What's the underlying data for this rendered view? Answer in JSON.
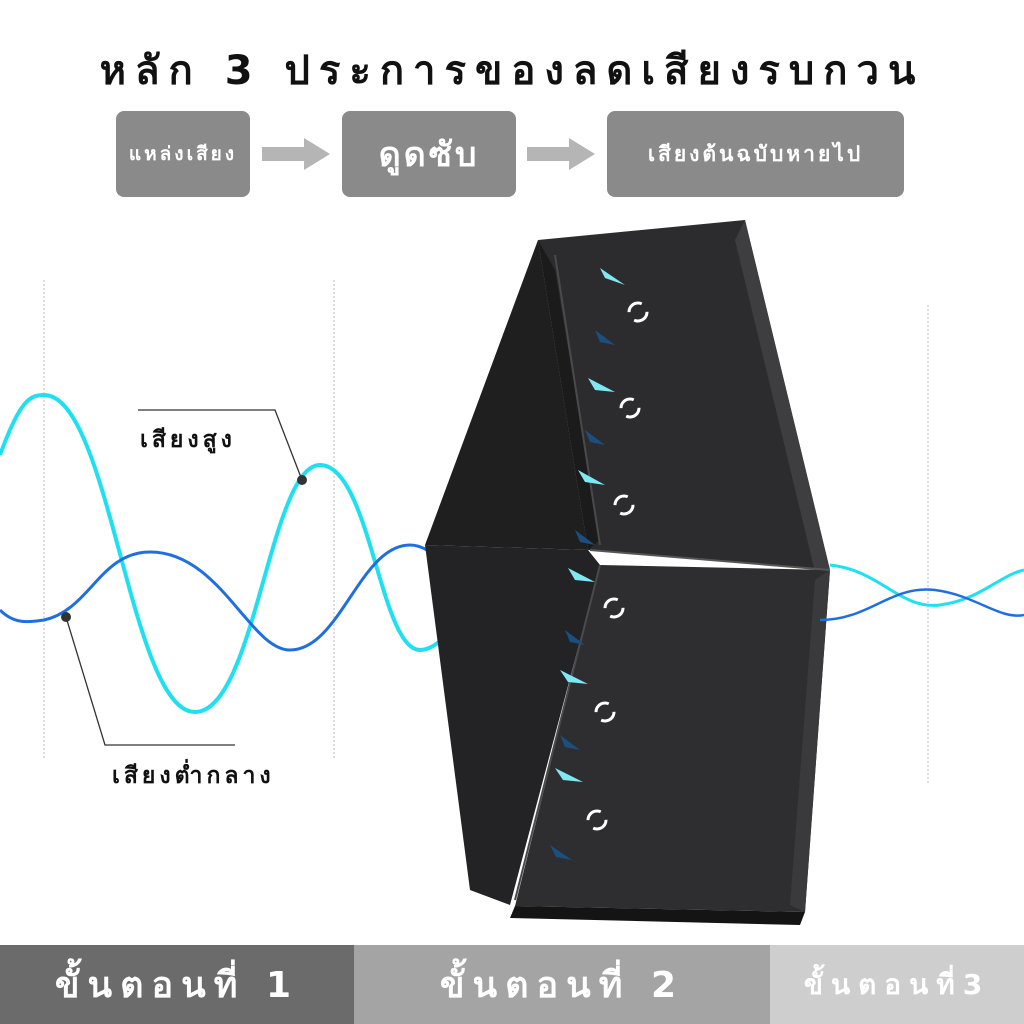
{
  "title": "หลัก 3 ประการของลดเสียงรบกวน",
  "steps": {
    "source": "แหล่งเสียง",
    "absorb": "ดูดซับ",
    "result": "เสียงต้นฉบับหายไป"
  },
  "wave_labels": {
    "high": "เสียงสูง",
    "mid_low": "เสียงต่ำกลาง"
  },
  "footer": {
    "step1": "ขั้นตอนที่ 1",
    "step2": "ขั้นตอนที่ 2",
    "step3": "ขั้นตอนที่3"
  },
  "colors": {
    "high_wave": "#1fe0f0",
    "mid_wave": "#1f6fe0",
    "panel": "#2a2a2c",
    "box": "#8a8a8a",
    "arrow": "#b5b5b5"
  },
  "icons": [
    "arrow-right-icon",
    "absorb-arrow-icon",
    "swirl-icon"
  ]
}
